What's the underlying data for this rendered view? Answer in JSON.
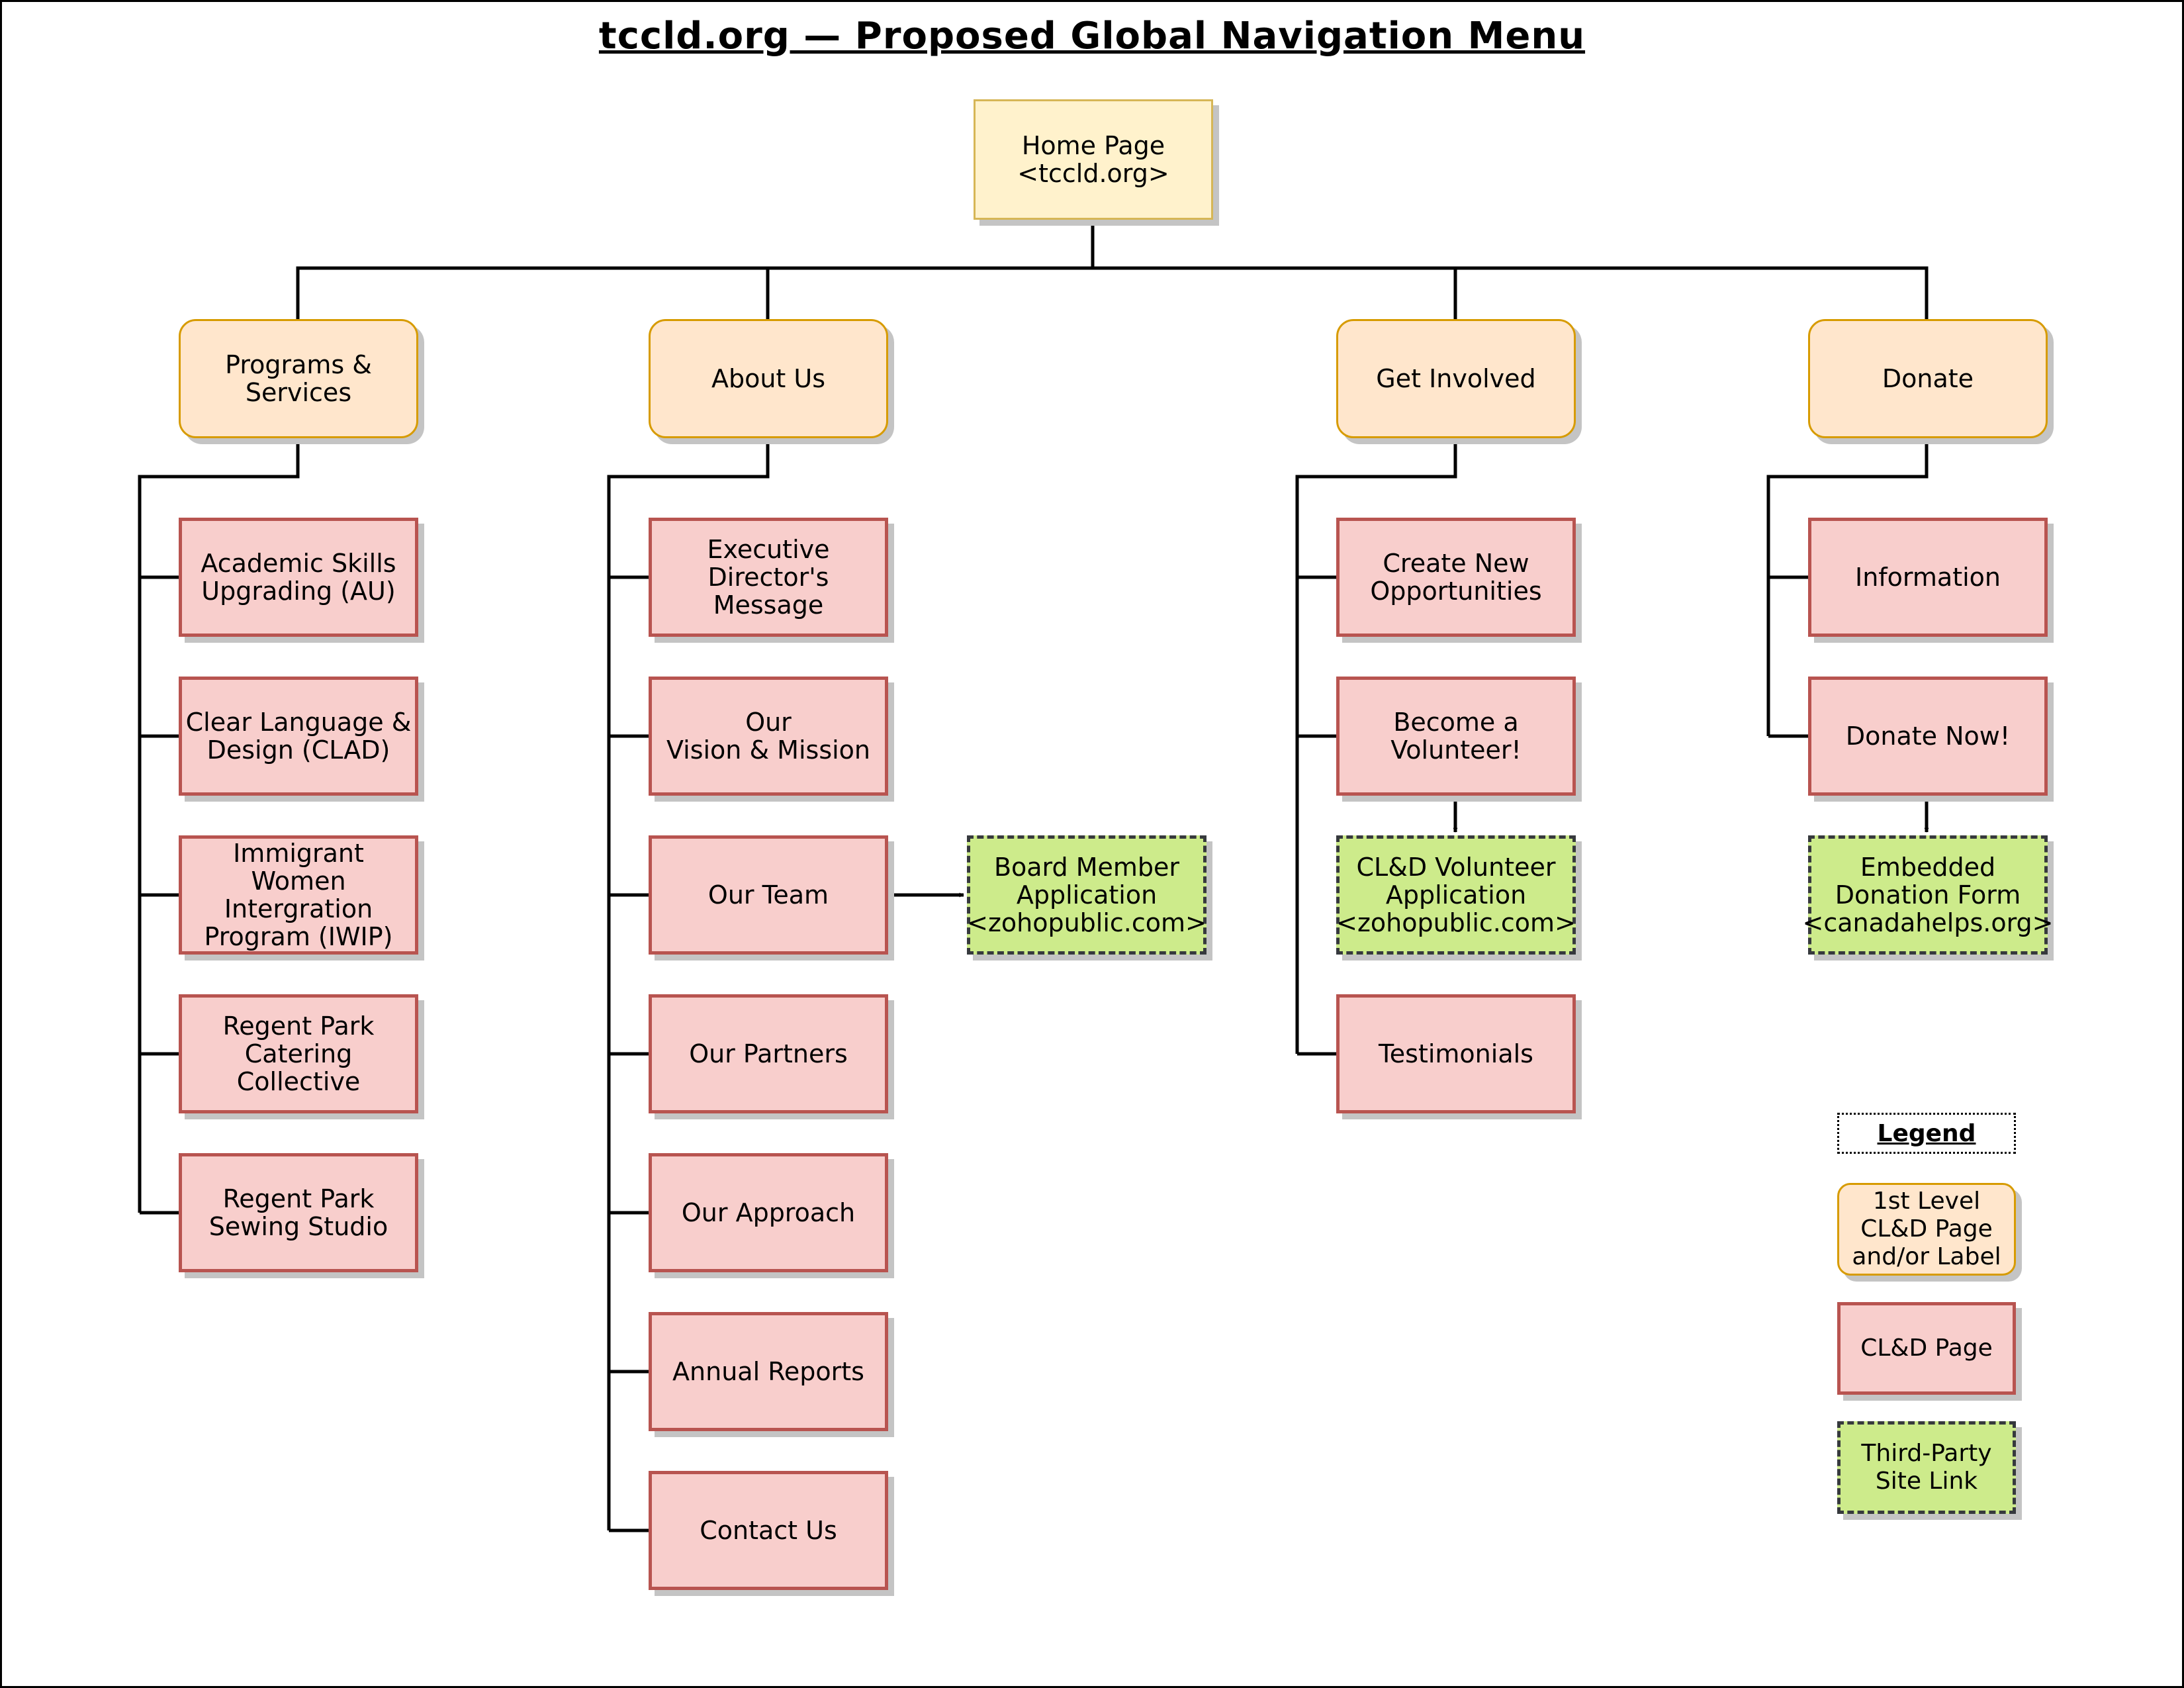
{
  "title": "tccld.org — Proposed Global Navigation Menu",
  "home": {
    "label": "Home Page\n<tccld.org>"
  },
  "sections": [
    {
      "label": "Programs &\nServices",
      "children": [
        "Academic Skills\nUpgrading (AU)",
        "Clear Language &\nDesign (CLAD)",
        "Immigrant Women\nIntergration\nProgram (IWIP)",
        "Regent Park\nCatering Collective",
        "Regent Park\nSewing Studio"
      ]
    },
    {
      "label": "About Us",
      "children": [
        "Executive\nDirector's Message",
        "Our\nVision & Mission",
        "Our Team",
        "Our Partners",
        "Our Approach",
        "Annual Reports",
        "Contact Us"
      ]
    },
    {
      "label": "Get Involved",
      "children": [
        "Create New\nOpportunities",
        "Become a\nVolunteer!",
        "Testimonials"
      ]
    },
    {
      "label": "Donate",
      "children": [
        "Information",
        "Donate Now!"
      ]
    }
  ],
  "third_party": [
    {
      "label": "Board Member\nApplication\n<zohopublic.com>",
      "from": "Our Team"
    },
    {
      "label": "CL&D Volunteer\nApplication\n<zohopublic.com>",
      "from": "Become a Volunteer!"
    },
    {
      "label": "Embedded\nDonation Form\n<canadahelps.org>",
      "from": "Donate Now!"
    }
  ],
  "legend": {
    "title": "Legend",
    "level1": "1st Level\nCL&D Page\nand/or Label",
    "page": "CL&D Page",
    "third_party": "Third-Party\nSite Link"
  },
  "colors": {
    "home_fill": "#fff2cc",
    "home_stroke": "#d6b656",
    "level1_fill": "#ffe6cc",
    "level1_stroke": "#d79b00",
    "page_fill": "#f8cecc",
    "page_stroke": "#b85450",
    "third_party_fill": "#cdeb8b",
    "third_party_stroke": "#36393d"
  }
}
